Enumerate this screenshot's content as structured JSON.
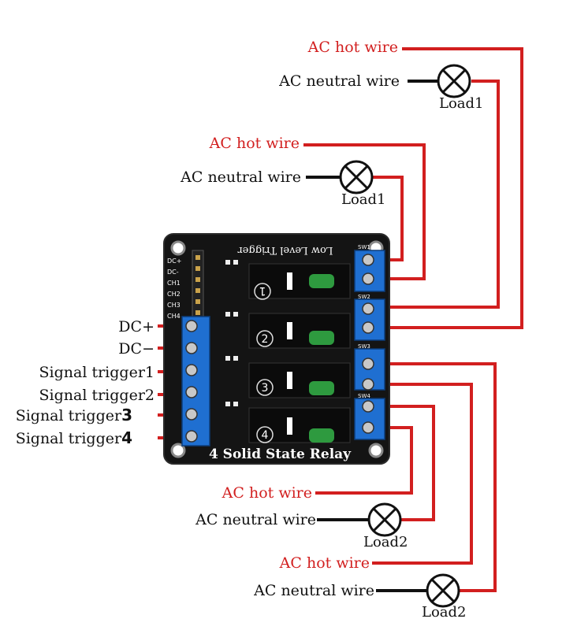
{
  "colors": {
    "hot": "#d21f1f",
    "neutral": "#111111",
    "board": "#141414",
    "terminal": "#1f6fd1"
  },
  "wiring": [
    {
      "hot_label": "AC  hot wire",
      "neutral_label": "AC neutral wire",
      "load_label": "Load1"
    },
    {
      "hot_label": "AC  hot wire",
      "neutral_label": "AC neutral wire",
      "load_label": "Load1"
    },
    {
      "hot_label": "AC hot wire",
      "neutral_label": "AC neutral wire",
      "load_label": "Load2"
    },
    {
      "hot_label": "AC hot wire",
      "neutral_label": "AC neutral wire",
      "load_label": "Load2"
    }
  ],
  "inputs": [
    {
      "label": "DC+",
      "num": ""
    },
    {
      "label": "DC−",
      "num": ""
    },
    {
      "label": "Signal trigger1",
      "num": ""
    },
    {
      "label": "Signal trigger2",
      "num": ""
    },
    {
      "label": "Signal trigger",
      "num": "3"
    },
    {
      "label": "Signal trigger",
      "num": "4"
    }
  ],
  "board": {
    "title": "4 Solid State Relay",
    "top_text": "Low Level Trigger",
    "pins": [
      "DC+",
      "DC-",
      "CH1",
      "CH2",
      "CH3",
      "CH4"
    ],
    "channel_numbers": [
      "1",
      "2",
      "3",
      "4"
    ],
    "switch_labels": [
      "SW1",
      "SW2",
      "SW3",
      "SW4"
    ]
  }
}
